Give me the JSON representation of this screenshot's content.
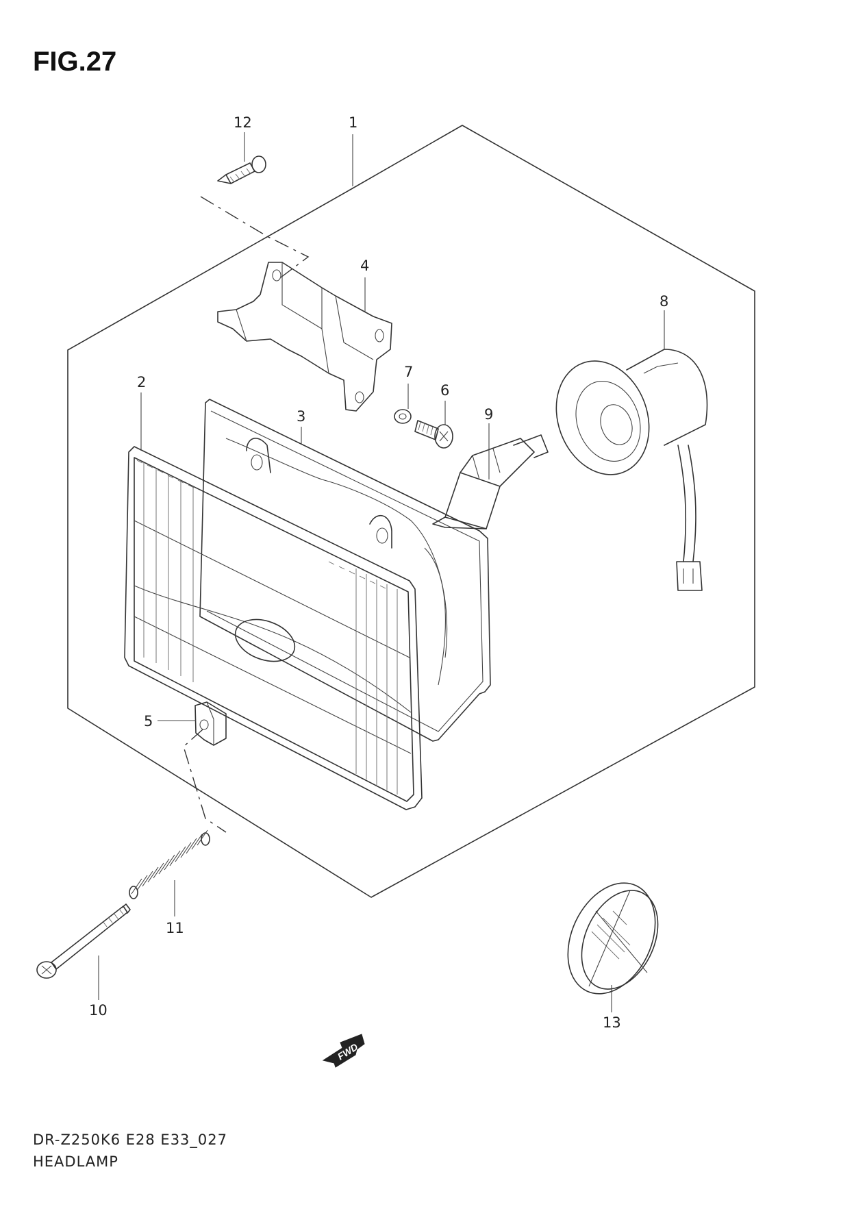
{
  "figure": {
    "title": "FIG.27",
    "model_code": "DR-Z250K6 E28 E33_027",
    "caption": "HEADLAMP"
  },
  "callouts": [
    {
      "number": "1"
    },
    {
      "number": "2"
    },
    {
      "number": "3"
    },
    {
      "number": "4"
    },
    {
      "number": "5"
    },
    {
      "number": "6"
    },
    {
      "number": "7"
    },
    {
      "number": "8"
    },
    {
      "number": "9"
    },
    {
      "number": "10"
    },
    {
      "number": "11"
    },
    {
      "number": "12"
    },
    {
      "number": "13"
    }
  ],
  "direction_marker": {
    "text": "FWD"
  }
}
